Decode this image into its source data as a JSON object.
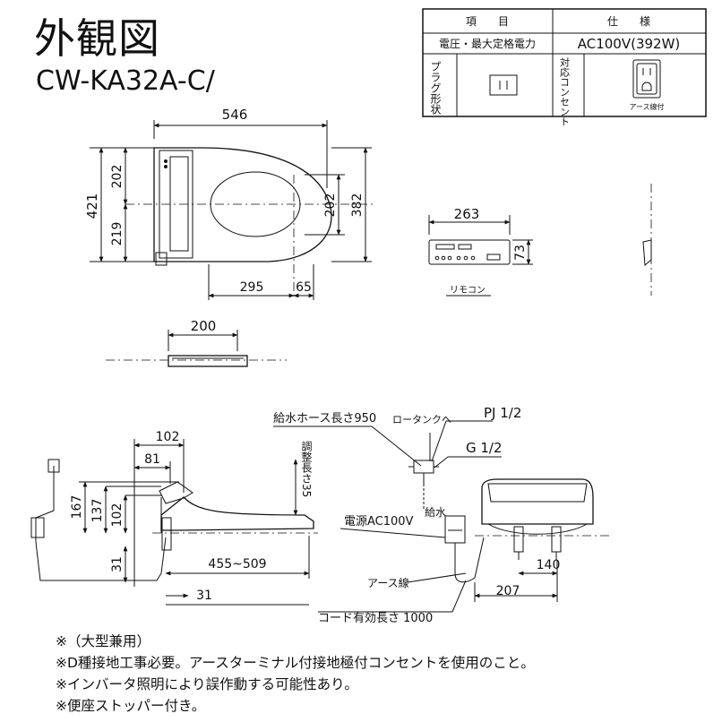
{
  "header": {
    "title": "外観図",
    "model": "CW-KA32A-C/"
  },
  "spec_table": {
    "col_item": "項　　目",
    "col_spec": "仕　　様",
    "power_label": "電圧・最大定格電力",
    "power_value": "AC100V(392W)",
    "plug_label": "プラグ形状",
    "outlet_label": "対応コンセント",
    "ground_label": "アース線付"
  },
  "top_view": {
    "dim_width": "546",
    "dim_depth": "421",
    "dim_upper": "202",
    "dim_lower": "219",
    "dim_bowl": "202",
    "dim_right": "382",
    "dim_295": "295",
    "dim_65": "65"
  },
  "remote": {
    "dim_width": "263",
    "dim_height": "73",
    "label": "リモコン"
  },
  "front_view": {
    "dim_width": "200"
  },
  "side_view": {
    "dim_102_top": "102",
    "dim_81": "81",
    "dim_167": "167",
    "dim_137": "137",
    "dim_102_side": "102",
    "dim_31_side": "31",
    "dim_455": "455~509",
    "dim_31_bottom": "31"
  },
  "connection": {
    "hose_length": "給水ホース長さ950",
    "to_tank": "ロータンクへ",
    "pj": "PJ 1/2",
    "g": "G 1/2",
    "adjust": "調整長さ35",
    "water": "給水",
    "power": "電源AC100V",
    "earth": "アース線",
    "cord": "コード有効長さ 1000",
    "dim_140": "140",
    "dim_207": "207"
  },
  "notes": [
    "※（大型兼用）",
    "※D種接地工事必要。アースターミナル付接地極付コンセントを使用のこと。",
    "※インバータ照明により誤作動する可能性あり。",
    "※便座ストッパー付き。"
  ]
}
